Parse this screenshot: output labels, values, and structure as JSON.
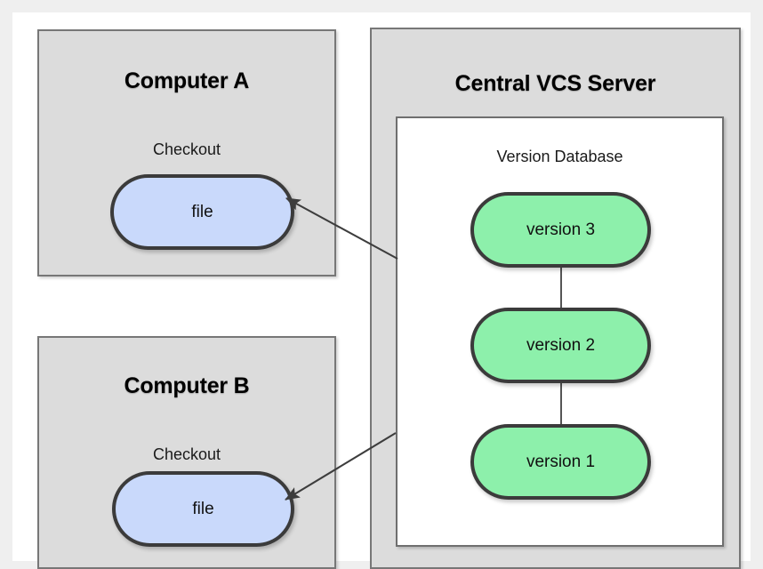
{
  "diagram": {
    "title_semantic": "centralized-version-control-checkout",
    "background_color": "#efefef",
    "canvas_color": "#ffffff"
  },
  "computers": [
    {
      "id": "computer-a",
      "title": "Computer A",
      "sub_label": "Checkout",
      "file_label": "file",
      "panel_color": "#dcdcdc",
      "file_color": "#c9d9fb"
    },
    {
      "id": "computer-b",
      "title": "Computer B",
      "sub_label": "Checkout",
      "file_label": "file",
      "panel_color": "#dcdcdc",
      "file_color": "#c9d9fb"
    }
  ],
  "server": {
    "title": "Central VCS Server",
    "database_label": "Version Database",
    "panel_color": "#dcdcdc",
    "database_color": "#ffffff",
    "version_color": "#8df0ab",
    "versions": [
      {
        "id": "version-3",
        "label": "version 3"
      },
      {
        "id": "version-2",
        "label": "version 2"
      },
      {
        "id": "version-1",
        "label": "version 1"
      }
    ]
  },
  "arrows": [
    {
      "id": "arrow-server-to-computer-a",
      "from": "Central VCS Server",
      "to": "Computer A file",
      "color": "#444444"
    },
    {
      "id": "arrow-server-to-computer-b",
      "from": "Central VCS Server",
      "to": "Computer B file",
      "color": "#444444"
    }
  ]
}
